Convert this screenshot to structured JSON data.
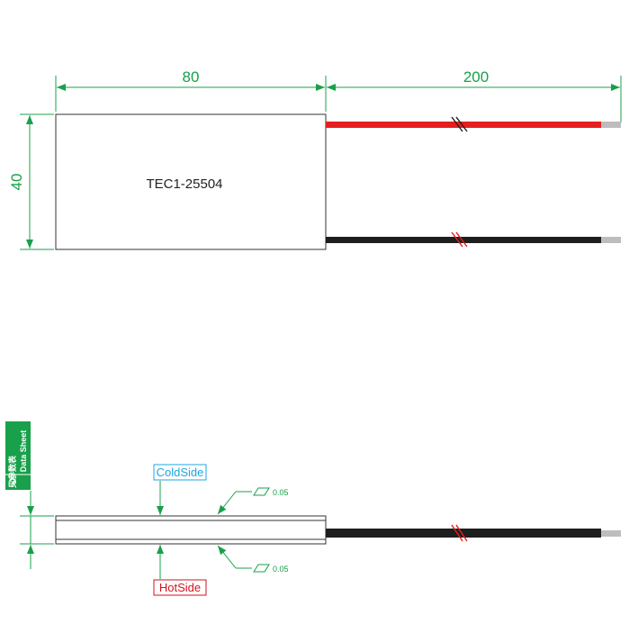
{
  "dimensions": {
    "width_label": "80",
    "lead_label": "200",
    "height_label": "40"
  },
  "module_name": "TEC1-25504",
  "labels": {
    "cold_side": "ColdSide",
    "hot_side": "HotSide"
  },
  "flatness": {
    "top": "0.05",
    "bottom": "0.05"
  },
  "data_sheet_badge": {
    "question_mark": "?",
    "chinese_text": "见参数表",
    "english_text": "Data Sheet"
  },
  "colors": {
    "dimension": "#18a04a",
    "red_wire": "#e61e1e",
    "black_wire": "#1e1e1e",
    "wire_tip": "#bdbdbd",
    "cold_side": "#1ea6e0",
    "hot_side": "#d6121c",
    "outline": "#333333"
  }
}
